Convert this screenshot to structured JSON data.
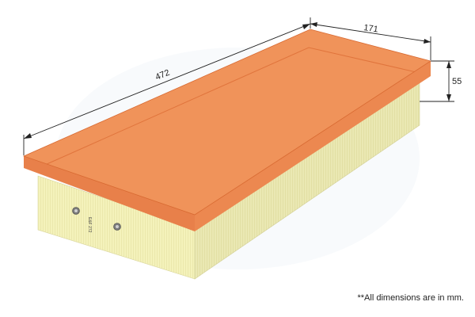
{
  "dimensions": {
    "length_label": "472",
    "width_label": "171",
    "height_label": "55"
  },
  "part_marking": "E&F 272",
  "footnote": "**All dimensions are in mm.",
  "colors": {
    "frame": "#f0935a",
    "frame_dark": "#e0743c",
    "media": "#f3f1b6",
    "media_shade": "#e8e59c",
    "mesh": "#b5bcbc",
    "mesh_hole": "#f0f05a",
    "spine": "#8fb9c4",
    "dim_line": "#222222"
  }
}
